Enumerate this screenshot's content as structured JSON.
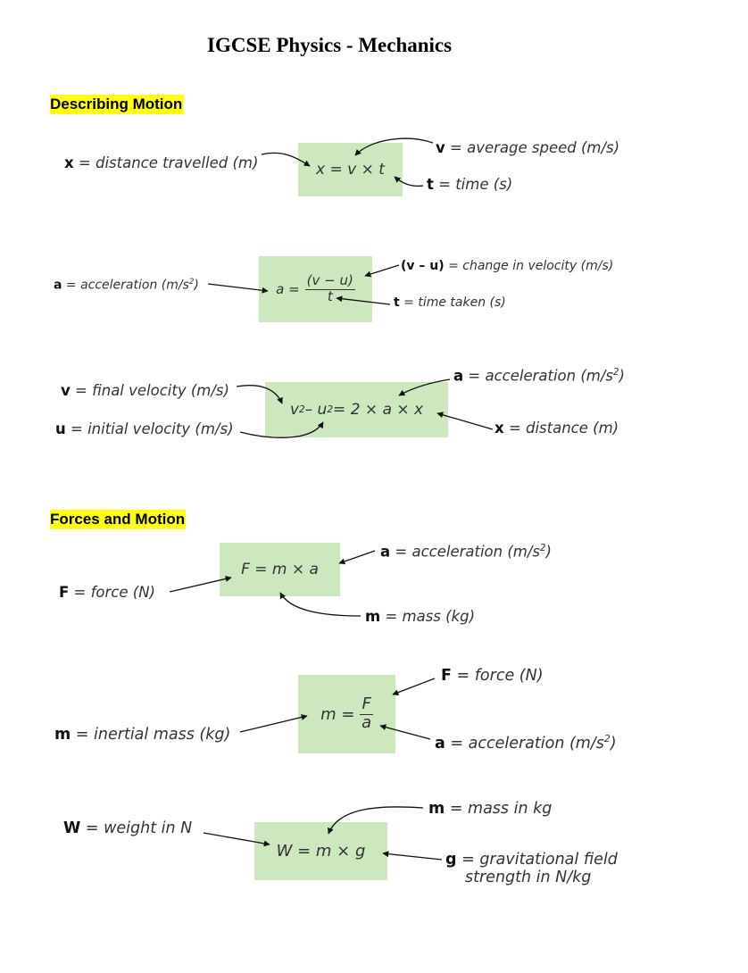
{
  "title": "IGCSE Physics - Mechanics",
  "sections": {
    "describing_motion": "Describing Motion",
    "forces_and_motion": "Forces and Motion"
  },
  "eq1": {
    "formula": "x = v × t",
    "x_sym": "x",
    "x_text": " = distance travelled (m)",
    "v_sym": "v",
    "v_text": " = average speed (m/s)",
    "t_sym": "t",
    "t_text": " = time (s)"
  },
  "eq2": {
    "lhs": "a =",
    "numerator": "(v − u)",
    "denominator": "t",
    "a_sym": "a",
    "a_text": " = acceleration (m/s",
    "a_sup": "2",
    "a_close": ")",
    "vu_sym": "(v – u)",
    "vu_text": " = change in velocity (m/s)",
    "t_sym": "t",
    "t_text": " = time taken (s)"
  },
  "eq3": {
    "v": "v",
    "sup1": "2",
    "mid": " – u",
    "sup2": "2",
    "rest": " = 2 × a × x",
    "v_sym": "v",
    "v_text": " = final velocity (m/s)",
    "u_sym": "u",
    "u_text": " = initial velocity (m/s)",
    "a_sym": "a",
    "a_text": " = acceleration (m/s",
    "a_sup": "2",
    "a_close": ")",
    "x_sym": "x",
    "x_text": " = distance (m)"
  },
  "eq4": {
    "formula": "F = m × a",
    "a_sym": "a",
    "a_text": " = acceleration (m/s",
    "a_sup": "2",
    "a_close": ")",
    "F_sym": "F",
    "F_text": " = force (N)",
    "m_sym": "m",
    "m_text": " = mass (kg)"
  },
  "eq5": {
    "lhs": "m =",
    "numerator": "F",
    "denominator": "a",
    "F_sym": "F",
    "F_text": " = force (N)",
    "m_sym": "m",
    "m_text": " = inertial mass (kg)",
    "a_sym": "a",
    "a_text": " = acceleration (m/s",
    "a_sup": "2",
    "a_close": ")"
  },
  "eq6": {
    "formula": "W = m × g",
    "m_sym": "m",
    "m_text": " = mass in kg",
    "W_sym": "W",
    "W_text": " = weight in N",
    "g_sym": "g",
    "g_text": " = gravitational field",
    "g_text2": "strength in N/kg"
  }
}
